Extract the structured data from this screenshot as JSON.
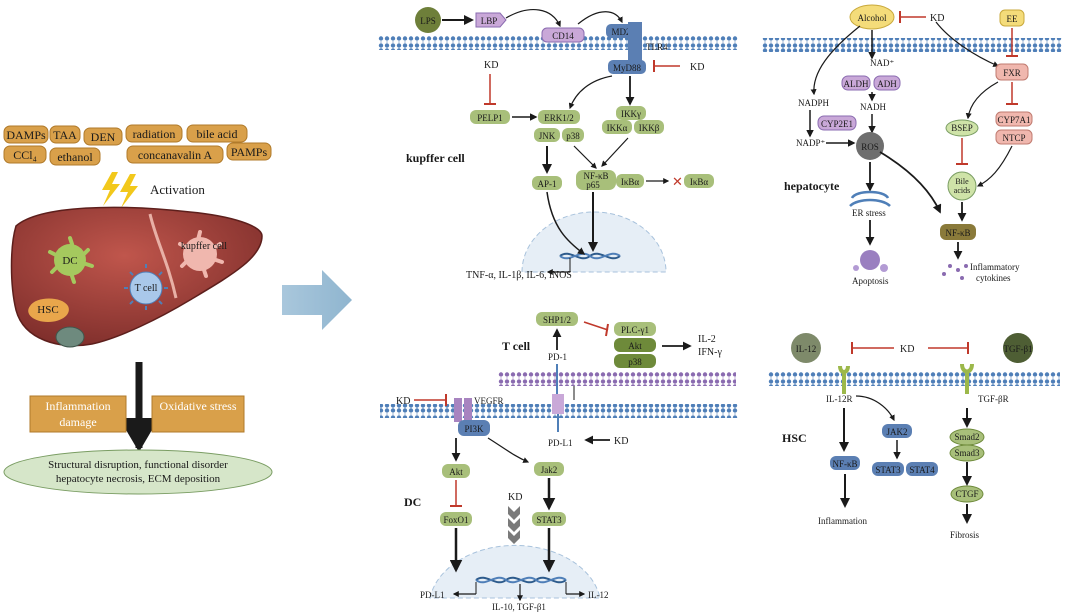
{
  "left": {
    "triggers": [
      "DAMPs",
      "TAA",
      "DEN",
      "radiation",
      "bile acid",
      "CCl₄",
      "ethanol",
      "concanavalin A",
      "PAMPs"
    ],
    "activation": "Activation",
    "liver_cells": {
      "dc": "DC",
      "kupffer": "kupffer cell",
      "tcell": "T cell",
      "hsc": "HSC"
    },
    "box_inflammation": "Inflammation damage",
    "box_oxidative": "Oxidative stress",
    "outcome_line1": "Structural disruption, functional disorder",
    "outcome_line2": "hepatocyte necrosis, ECM deposition"
  },
  "kupffer": {
    "title": "kupffer cell",
    "lps": "LPS",
    "lbp": "LBP",
    "cd14": "CD14",
    "md2": "MD2",
    "tlr4": "TLR4",
    "myd88": "MyD88",
    "kd1": "KD",
    "kd2": "KD",
    "pelp1": "PELP1",
    "erk": "ERK1/2",
    "jnk": "JNK",
    "p38": "p38",
    "ikkg": "IKKγ",
    "ikka": "IKKα",
    "ikkb": "IKKβ",
    "ap1": "AP-1",
    "nfkb": "NF-κB",
    "p65": "p65",
    "ikba": "IκBα",
    "ikba2": "IκBα",
    "cytokines": "TNF-α, IL-1β, IL-6, iNOS"
  },
  "hepatocyte": {
    "title": "hepatocyte",
    "alcohol": "Alcohol",
    "kd": "KD",
    "ee": "EE",
    "nad": "NAD⁺",
    "aldh": "ALDH",
    "adh": "ADH",
    "nadh": "NADH",
    "nadph": "NADPH",
    "cyp2e1": "CYP2E1",
    "nadp": "NADP⁺",
    "ros": "ROS",
    "fxr": "FXR",
    "bsep": "BSEP",
    "cyp7a1": "CYP7A1",
    "ntcp": "NTCP",
    "bile1": "Bile",
    "bile2": "acids",
    "er": "ER stress",
    "nfkb": "NF-κB",
    "apoptosis": "Apoptosis",
    "infl1": "Inflammatory",
    "infl2": "cytokines"
  },
  "tcell": {
    "title": "T cell",
    "shp": "SHP1/2",
    "pd1": "PD-1",
    "plc": "PLC-γ1",
    "akt": "Akt",
    "p38": "p38",
    "il2": "IL-2",
    "ifn": "IFN-γ"
  },
  "dc": {
    "title": "DC",
    "kd1": "KD",
    "vegfr": "VEGFR",
    "pi3k": "PI3K",
    "pdl1": "PD-L1",
    "kd2": "KD",
    "akt": "Akt",
    "jak2": "Jak2",
    "foxo1": "FoxO1",
    "kd3": "KD",
    "stat3": "STAT3",
    "out_pdl1": "PD-L1",
    "out_il10": "IL-10, TGF-β1",
    "out_il12": "IL-12"
  },
  "hsc": {
    "title": "HSC",
    "il12": "IL-12",
    "kd": "KD",
    "tgfb1": "TGF-β1",
    "il12r": "IL-12R",
    "tgfbr": "TGF-βR",
    "jak2": "JAK2",
    "stat3": "STAT3",
    "stat4": "STAT4",
    "nfkb": "NF-κB",
    "smad2": "Smad2",
    "smad3": "Smad3",
    "ctgf": "CTGF",
    "inflammation": "Inflammation",
    "fibrosis": "Fibrosis"
  },
  "colors": {
    "membrane": "#4f7fb8",
    "pill": "#a8bf7a",
    "orange": "#d9a04a",
    "pink": "#f0b7ae",
    "purple": "#c9a8d8",
    "blue": "#5b7fb3"
  }
}
